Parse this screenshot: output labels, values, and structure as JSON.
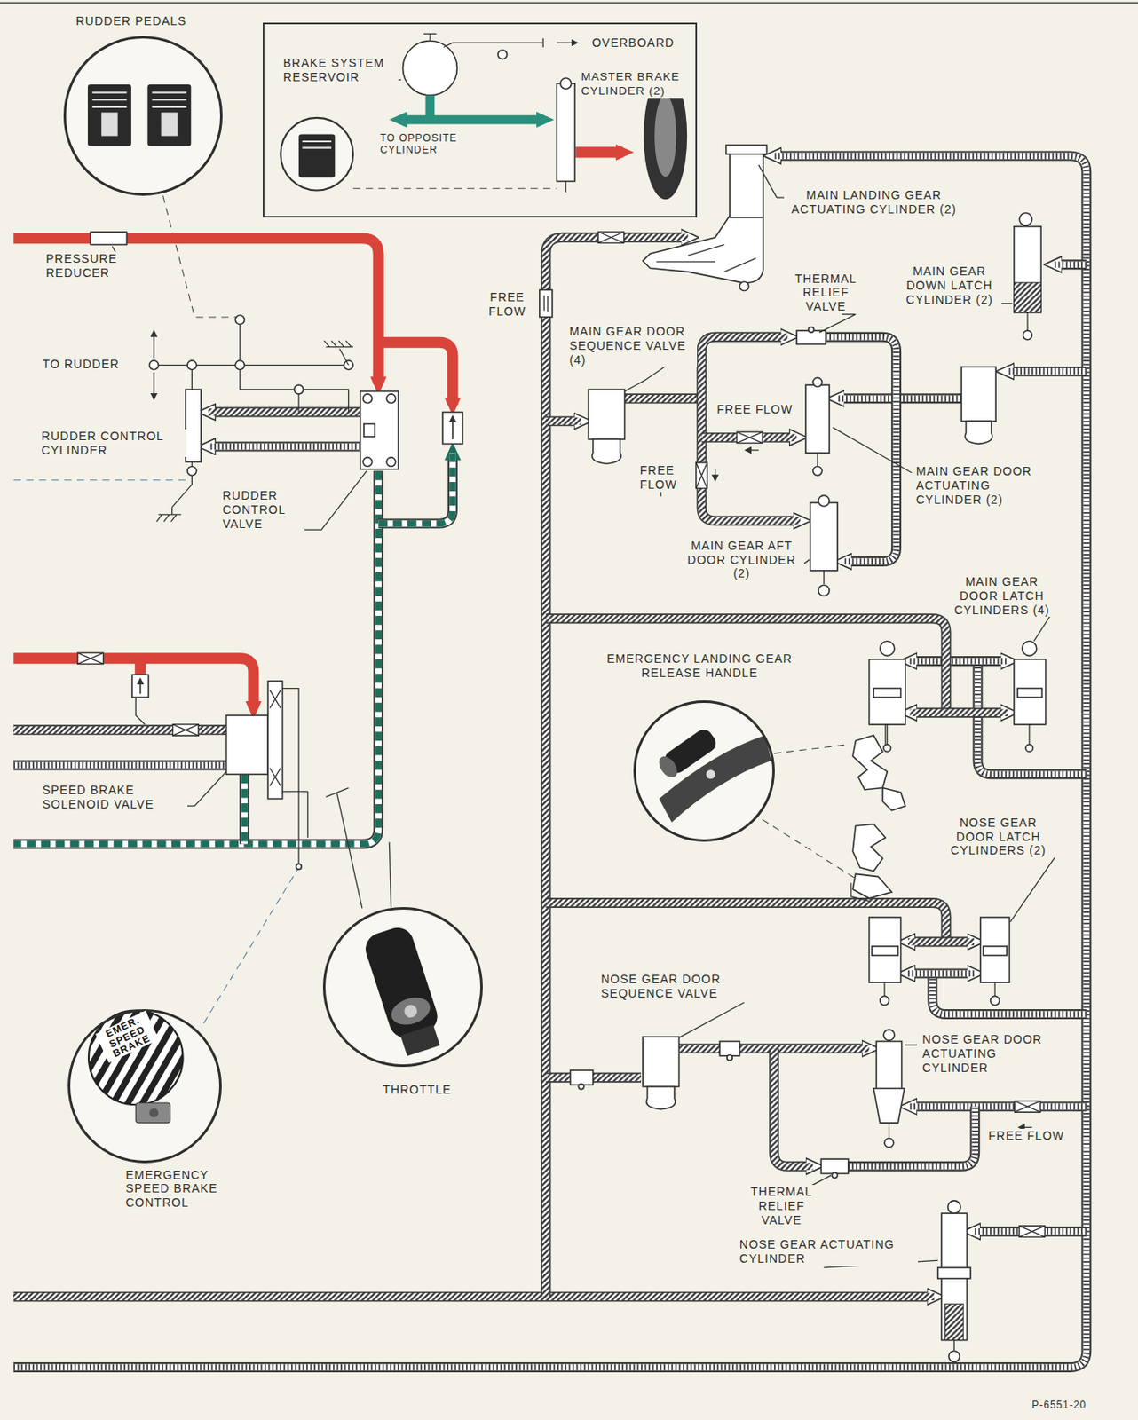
{
  "diagram": {
    "nodes": [
      {
        "text": [
          "RUDDER PEDALS"
        ]
      },
      {
        "text": [
          "OVERBOARD",
          "BRAKE SYSTEM RESERVOIR",
          "MASTER BRAKE CYLINDER (2)",
          "TO OPPOSITE CYLINDER"
        ]
      },
      {
        "text": [
          "EMERGENCY LANDING GEAR RELEASE HANDLE"
        ]
      },
      {
        "text": [
          "THROTTLE"
        ]
      },
      {
        "text": [
          "EMER. SPEED BRAKE",
          "EMERGENCY SPEED BRAKE CONTROL"
        ]
      }
    ],
    "labels": [
      "MAIN LANDING GEAR ACTUATING CYLINDER (2)",
      "PRESSURE REDUCER",
      "MAIN GEAR DOWN LATCH CYLINDER (2)",
      "THERMAL RELIEF VALVE",
      "FREE FLOW",
      "MAIN GEAR DOOR SEQUENCE VALVE (4)",
      "TO RUDDER",
      "FREE FLOW",
      "RUDDER CONTROL CYLINDER",
      "FREE FLOW",
      "MAIN GEAR DOOR ACTUATING CYLINDER (2)",
      "RUDDER CONTROL VALVE",
      "MAIN GEAR AFT DOOR CYLINDER (2)",
      "MAIN GEAR DOOR LATCH CYLINDERS (4)",
      "SPEED BRAKE SOLENOID VALVE",
      "NOSE GEAR DOOR LATCH CYLINDERS (2)",
      "NOSE GEAR DOOR SEQUENCE VALVE",
      "NOSE GEAR DOOR ACTUATING CYLINDER",
      "FREE FLOW",
      "THERMAL RELIEF VALVE",
      "NOSE GEAR ACTUATING CYLINDER",
      "P-6551-20"
    ]
  }
}
